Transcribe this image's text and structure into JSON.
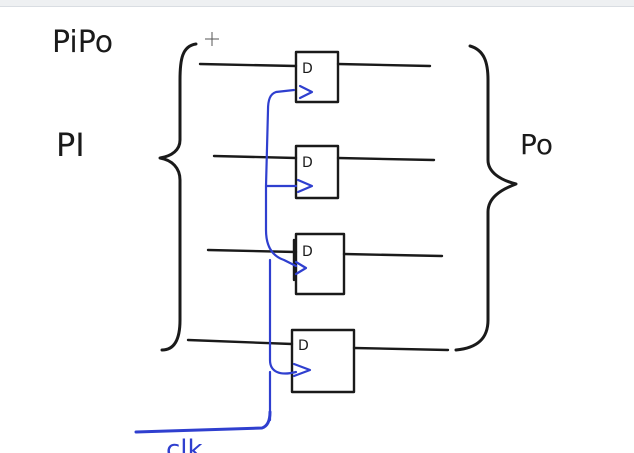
{
  "labels": {
    "title": "PiPo",
    "parallel_in": "PI",
    "parallel_out": "Po",
    "flipflop_d": "D",
    "clock": "clk"
  },
  "colors": {
    "ink": "#1a1a1a",
    "clock_ink": "#2f3fcf",
    "background": "#ffffff"
  },
  "flipflop_count": 4
}
